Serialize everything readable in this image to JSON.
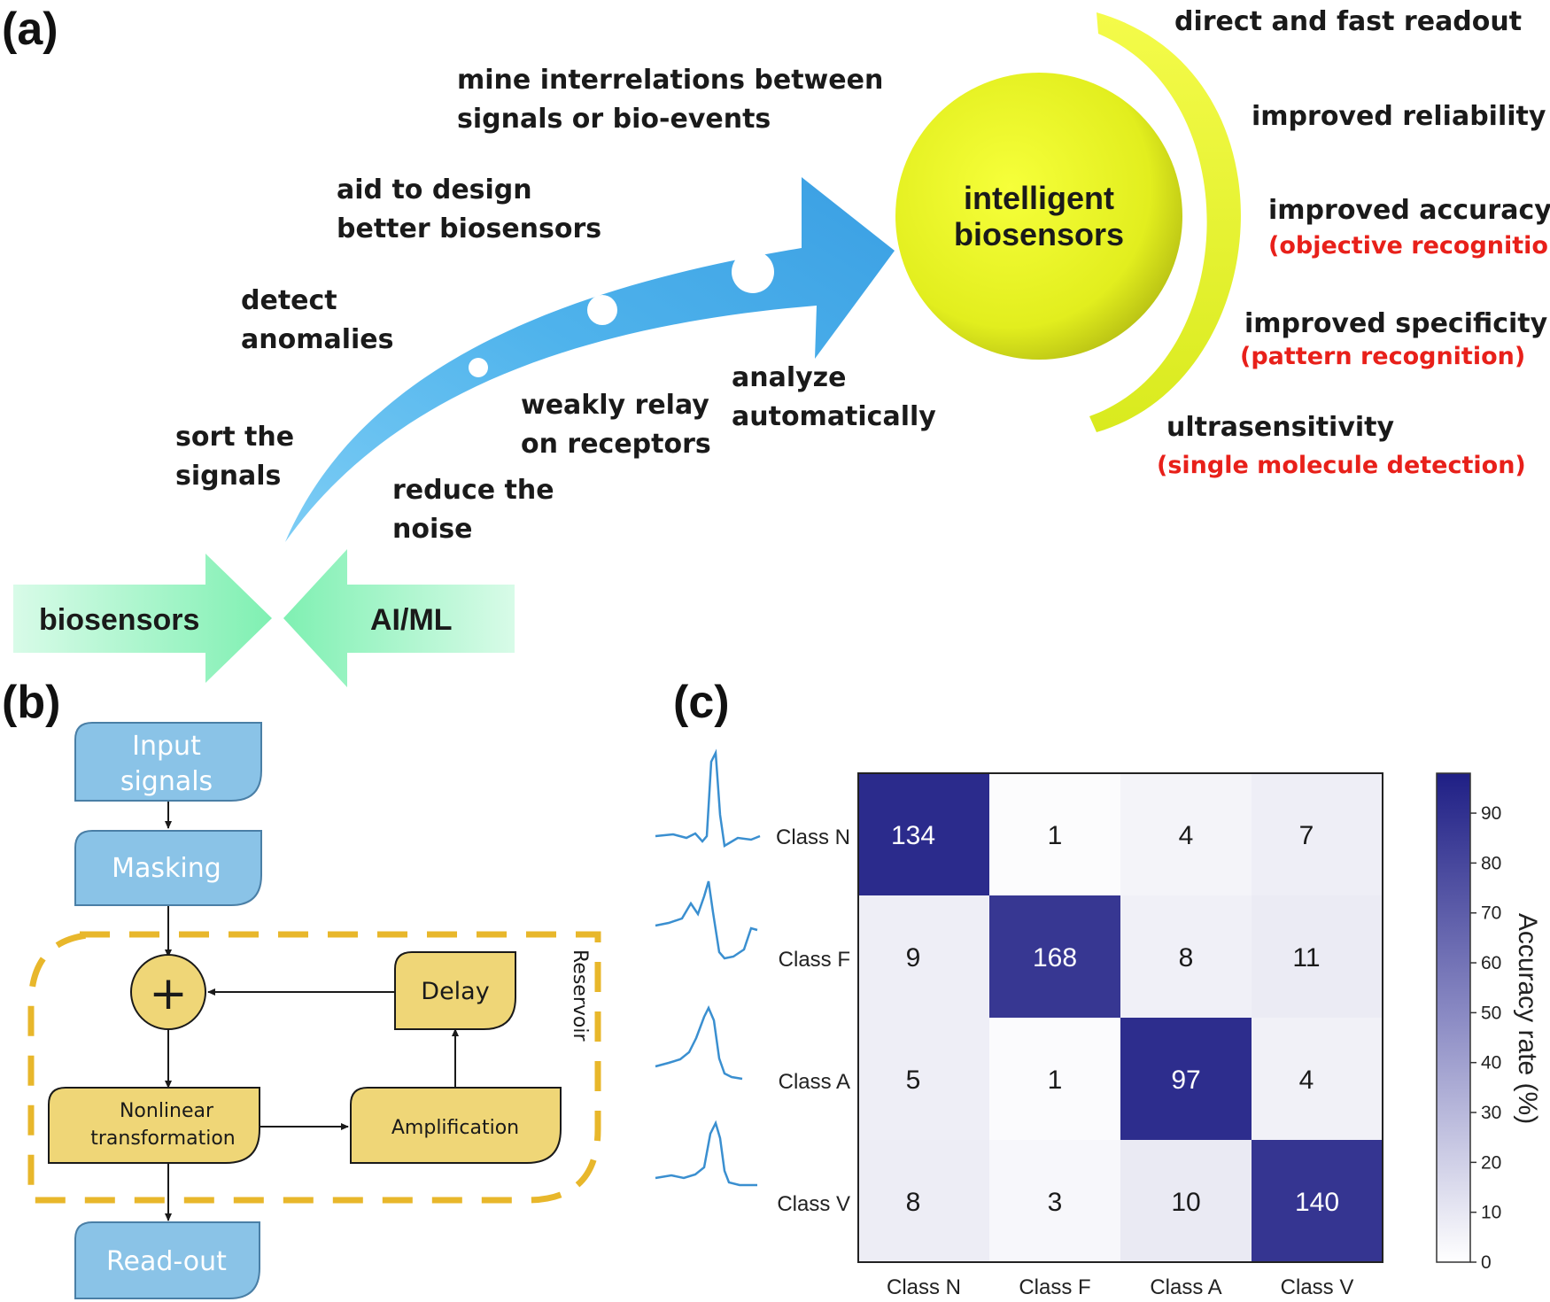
{
  "panel_a": {
    "letter": "(a)",
    "left_labels": [
      {
        "line1": "mine interrelations between",
        "line2": "signals or bio-events"
      },
      {
        "line1": "aid to design",
        "line2": "better biosensors"
      },
      {
        "line1": "detect",
        "line2": "anomalies"
      },
      {
        "line1": "sort the",
        "line2": "signals"
      },
      {
        "line1": "weakly relay",
        "line2": "on receptors"
      },
      {
        "line1": "reduce the",
        "line2": "noise"
      },
      {
        "line1": "analyze",
        "line2": "automatically"
      }
    ],
    "hub": {
      "line1": "intelligent",
      "line2": "biosensors"
    },
    "benefits": [
      {
        "text": "direct and fast  readout",
        "note": ""
      },
      {
        "text": "improved reliability",
        "note": ""
      },
      {
        "text": "improved accuracy",
        "note": "(objective recognition)"
      },
      {
        "text": "improved specificity",
        "note": "(pattern recognition)"
      },
      {
        "text": "ultrasensitivity",
        "note": "(single molecule detection)"
      }
    ],
    "inputs": {
      "left": "biosensors",
      "right": "AI/ML"
    }
  },
  "panel_b": {
    "letter": "(b)",
    "input_signals": {
      "line1": "Input",
      "line2": "signals"
    },
    "masking": "Masking",
    "sum_symbol": "+",
    "delay": "Delay",
    "nonlinear": {
      "line1": "Nonlinear",
      "line2": "transformation"
    },
    "amplification": "Amplification",
    "reservoir": "Reservoir",
    "readout": "Read-out"
  },
  "panel_c": {
    "letter": "(c)",
    "colorbar": {
      "label": "Accuracy rate (%)",
      "ticks": [
        "0",
        "10",
        "20",
        "30",
        "40",
        "50",
        "60",
        "70",
        "80",
        "90"
      ]
    },
    "chart_data": {
      "type": "heatmap",
      "rows": [
        "Class N",
        "Class F",
        "Class A",
        "Class V"
      ],
      "columns": [
        "Class N",
        "Class F",
        "Class A",
        "Class V"
      ],
      "values": [
        [
          134,
          1,
          4,
          7
        ],
        [
          9,
          168,
          8,
          11
        ],
        [
          5,
          1,
          97,
          4
        ],
        [
          8,
          3,
          10,
          140
        ]
      ],
      "colorbar_range": [
        0,
        98
      ],
      "colormap": [
        "#ffffff",
        "#1f1f85"
      ]
    }
  }
}
